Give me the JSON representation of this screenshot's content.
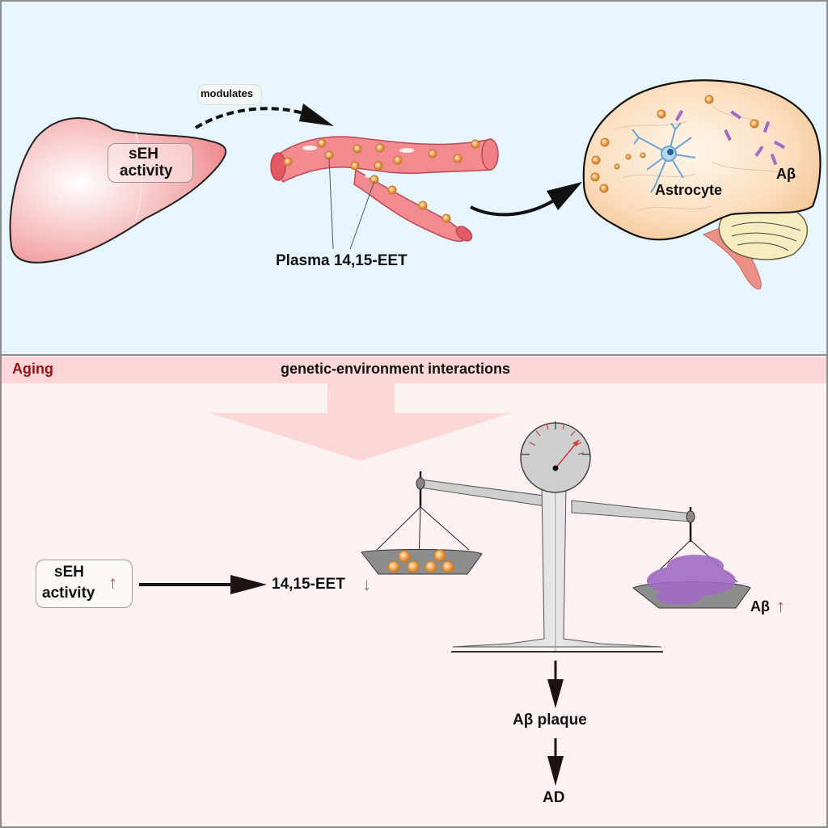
{
  "top": {
    "liver_label_line1": "sEH",
    "liver_label_line2": "activity",
    "modulates_label": "modulates",
    "vessel_label": "Plasma 14,15-EET",
    "astrocyte_label": "Astrocyte",
    "abeta_label": "Aβ"
  },
  "band": {
    "aging_label": "Aging",
    "interactions_label": "genetic-environment interactions"
  },
  "bottom": {
    "seh_line1": "sEH",
    "seh_line2": "activity",
    "up_arrow": "↑",
    "eet_label": "14,15-EET",
    "down_arrow": "↓",
    "abeta_label": "Aβ",
    "abeta_arrow": "↑",
    "plaque_label": "Aβ plaque",
    "ad_label": "AD"
  },
  "colors": {
    "top_bg": "#e8f5fc",
    "bottom_bg": "#fcf2f1",
    "band": "#fdd7d7",
    "aging_text": "#9b0f14",
    "up_red": "#d33a3a",
    "down_green": "#3aa53a",
    "liver": "#f2a1a4",
    "vessel": "#f07f86",
    "brain": "#f8d2a8",
    "cerebellum": "#f5ecc0",
    "eet_particle": "#e69a42",
    "abeta_purple": "#a36bc4",
    "astrocyte_blue": "#6aa5d8"
  }
}
